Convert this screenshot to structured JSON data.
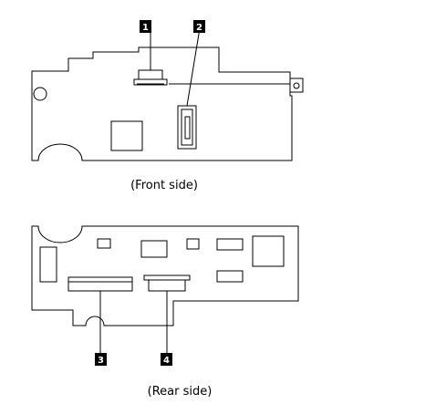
{
  "captions": {
    "front": "(Front side)",
    "rear": "(Rear side)"
  },
  "callouts": [
    {
      "id": "1",
      "label": "1"
    },
    {
      "id": "2",
      "label": "2"
    },
    {
      "id": "3",
      "label": "3"
    },
    {
      "id": "4",
      "label": "4"
    }
  ],
  "colors": {
    "line": "#000000",
    "callout_fill": "#000000",
    "callout_text": "#ffffff",
    "background": "#ffffff"
  }
}
